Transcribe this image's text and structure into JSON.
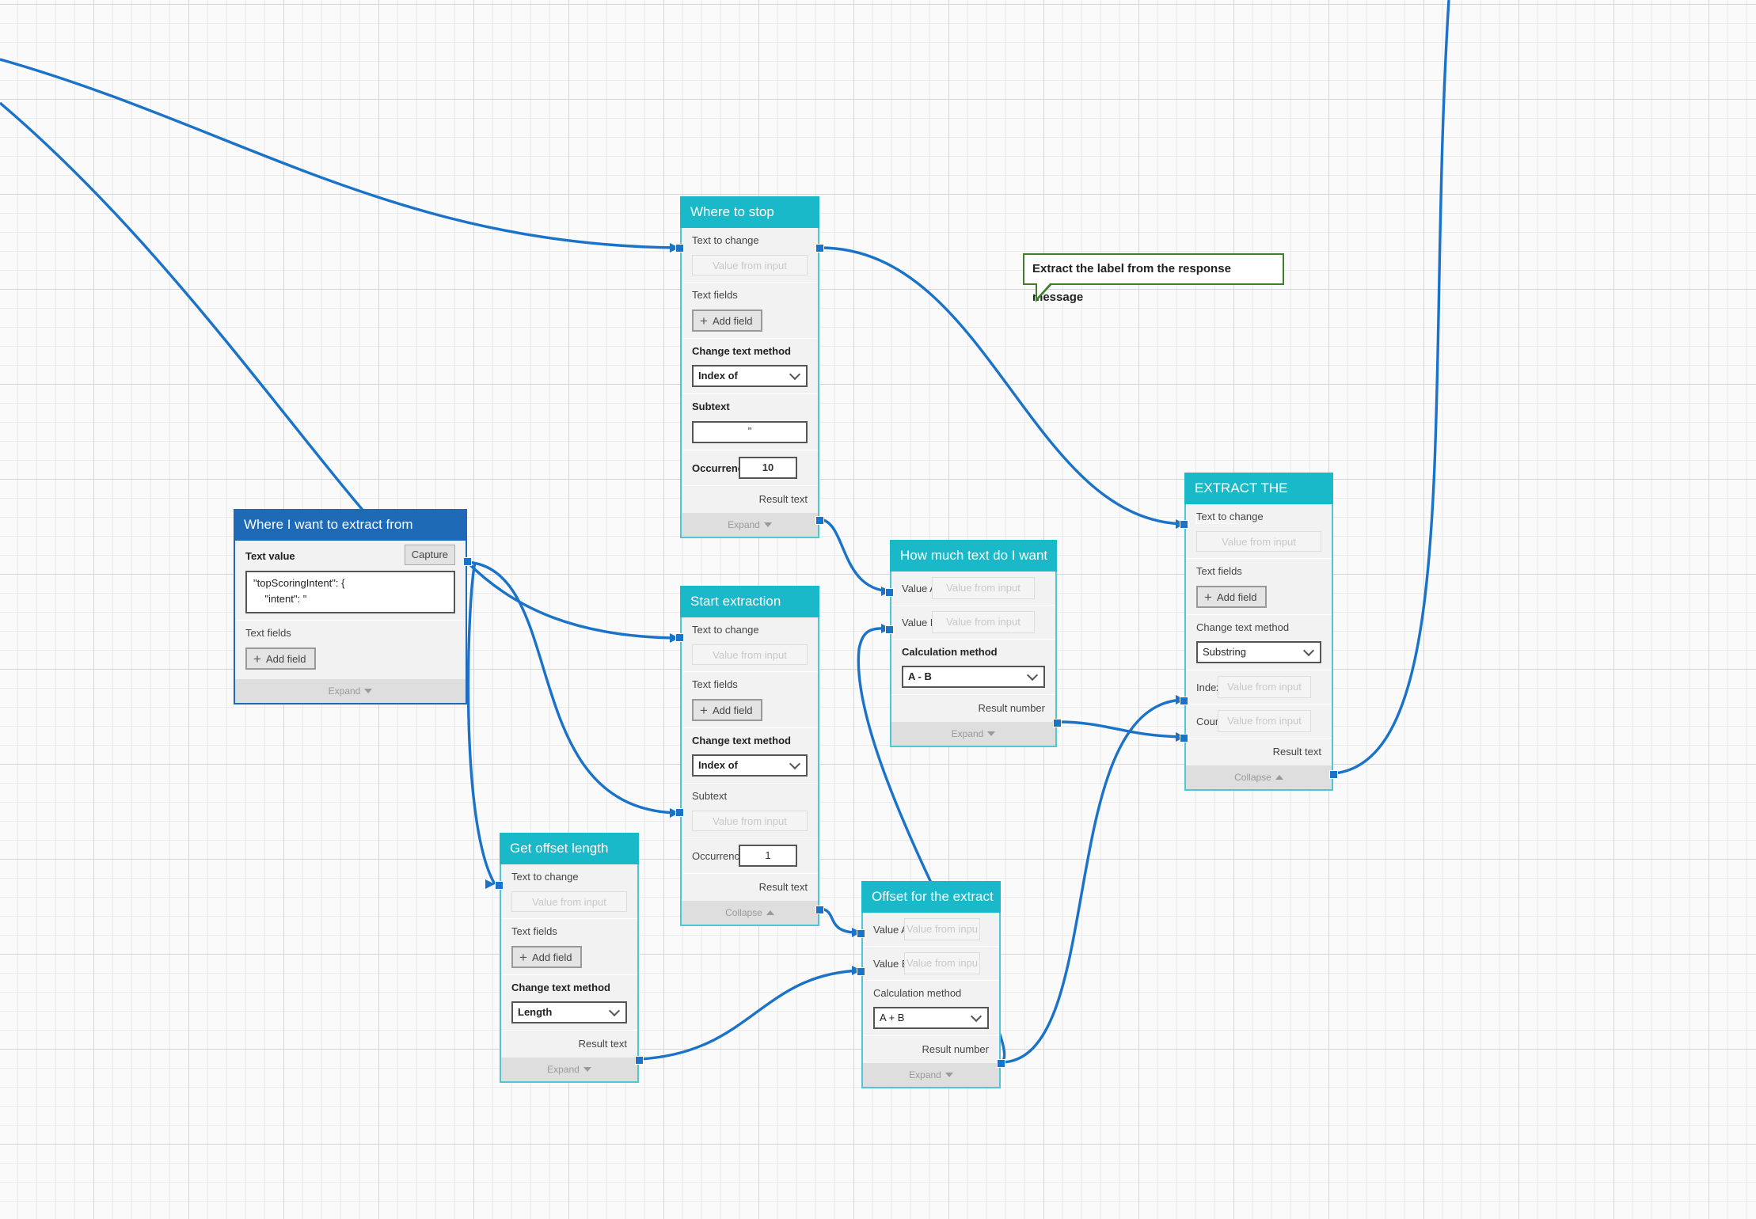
{
  "comment": {
    "text": "Extract the label from the response message"
  },
  "labels": {
    "text_to_change": "Text to change",
    "value_from_input": "Value from input",
    "value_from_input_truncated": "Value from inpu",
    "text_fields": "Text fields",
    "add_field": "Add field",
    "change_text_method": "Change text method",
    "subtext": "Subtext",
    "occurrence": "Occurrence",
    "result_text": "Result text",
    "result_number": "Result number",
    "value_a": "Value A",
    "value_b": "Value B",
    "calculation_method": "Calculation method",
    "index": "Index",
    "count": "Count",
    "expand": "Expand",
    "collapse": "Collapse",
    "text_value": "Text value",
    "capture": "Capture"
  },
  "nodes": {
    "where_to_stop": {
      "title": "Where to stop",
      "method": "Index of",
      "subtext": "\"",
      "occurrence": "10",
      "footer": "Expand"
    },
    "start_extraction": {
      "title": "Start extraction",
      "method": "Index of",
      "occurrence": "1",
      "footer": "Collapse"
    },
    "where_extract_from": {
      "title": "Where I want to extract from",
      "text_value": "\"topScoringIntent\": {\n    \"intent\": \"",
      "footer": "Expand"
    },
    "get_offset_length": {
      "title": "Get offset length",
      "method": "Length",
      "footer": "Expand"
    },
    "how_much_text": {
      "title": "How much text do I want",
      "calc": "A - B",
      "footer": "Expand"
    },
    "offset_for_extract": {
      "title": "Offset for the extract",
      "calc": "A + B",
      "footer": "Expand"
    },
    "extract_label": {
      "title": "EXTRACT THE LABEL",
      "method": "Substring",
      "footer": "Collapse"
    }
  },
  "colors": {
    "wire": "#1a73c8",
    "node_header": "#1ab9c9",
    "input_node_header": "#1e6ab7",
    "comment_border": "#3f7f2a"
  }
}
